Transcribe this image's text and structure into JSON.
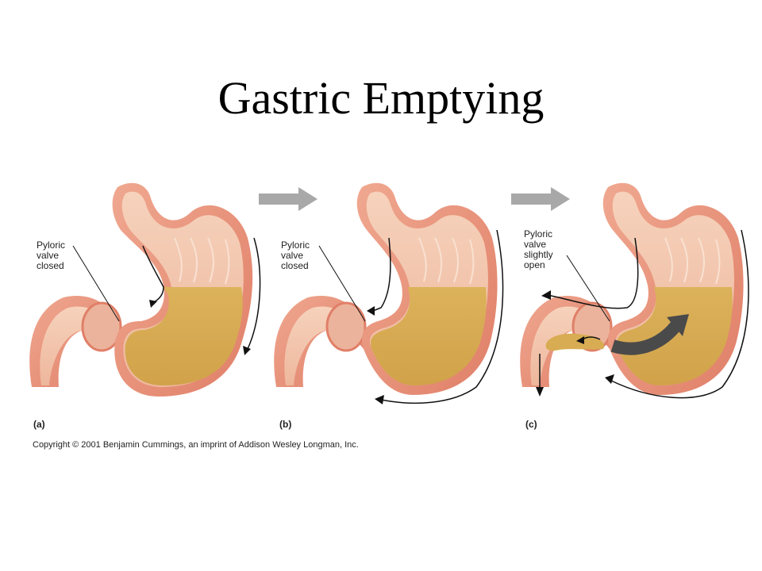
{
  "title": "Gastric Emptying",
  "panels": [
    {
      "letter": "(a)",
      "label": "Pyloric\nvalve\nclosed"
    },
    {
      "letter": "(b)",
      "label": "Pyloric\nvalve\nclosed"
    },
    {
      "letter": "(c)",
      "label": "Pyloric\nvalve\nslightly\nopen"
    }
  ],
  "copyright": "Copyright © 2001 Benjamin Cummings, an imprint of Addison Wesley Longman, Inc.",
  "colors": {
    "stomach_wall": "#e8927a",
    "stomach_interior": "#f2c2a6",
    "chyme": "#d8ac52",
    "step_arrow": "#a8a8a8",
    "contraction_arrow": "#4a4a4a"
  }
}
